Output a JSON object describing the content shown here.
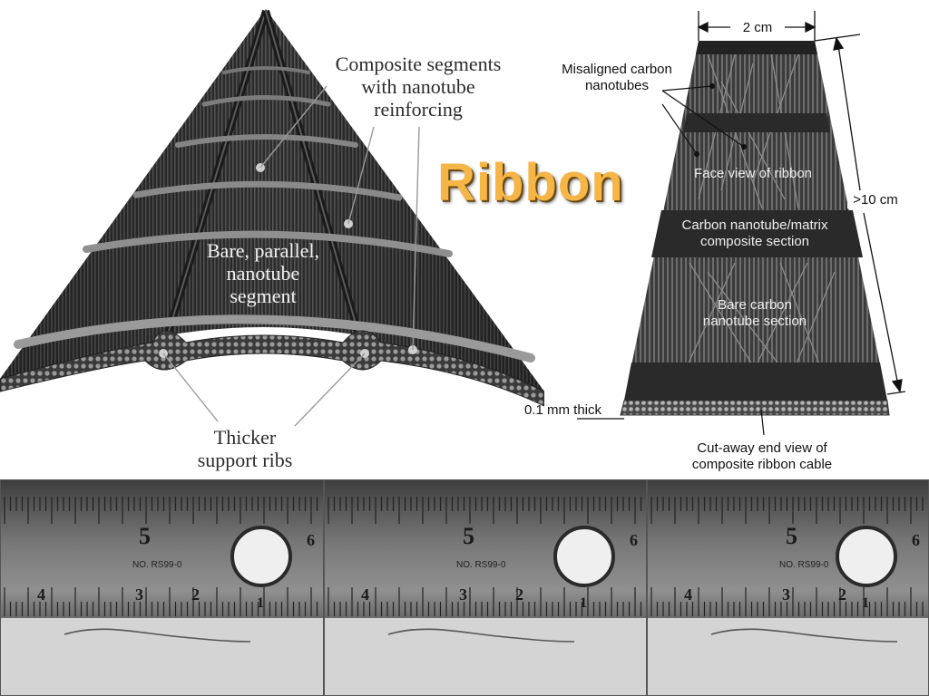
{
  "title": "Ribbon",
  "left_diagram": {
    "label_composite": [
      "Composite segments",
      "with nanotube",
      "reinforcing"
    ],
    "label_bare": [
      "Bare, parallel,",
      "nanotube",
      "segment"
    ],
    "label_ribs": [
      "Thicker",
      "support ribs"
    ]
  },
  "right_diagram": {
    "width_label": "2 cm",
    "length_label": ">10 cm",
    "thickness_label": "0.1 mm thick",
    "label_misaligned": [
      "Misaligned carbon",
      "nanotubes"
    ],
    "label_face": "Face view of ribbon",
    "label_composite_section": [
      "Carbon nanotube/matrix",
      "composite section"
    ],
    "label_bare_section": [
      "Bare carbon",
      "nanotube section"
    ],
    "label_cutaway": [
      "Cut-away end view of",
      "composite ribbon cable"
    ]
  },
  "photos": [
    {
      "ruler_numbers": [
        "5",
        "6",
        "4",
        "3",
        "2",
        "1"
      ],
      "ruler_text": "NO. RS99-0"
    },
    {
      "ruler_numbers": [
        "5",
        "6",
        "4",
        "3",
        "2",
        "1"
      ],
      "ruler_text": "NO. RS99-0"
    },
    {
      "ruler_numbers": [
        "5",
        "6",
        "4",
        "3",
        "2",
        "1"
      ],
      "ruler_text": "NO. RS99-0"
    }
  ]
}
